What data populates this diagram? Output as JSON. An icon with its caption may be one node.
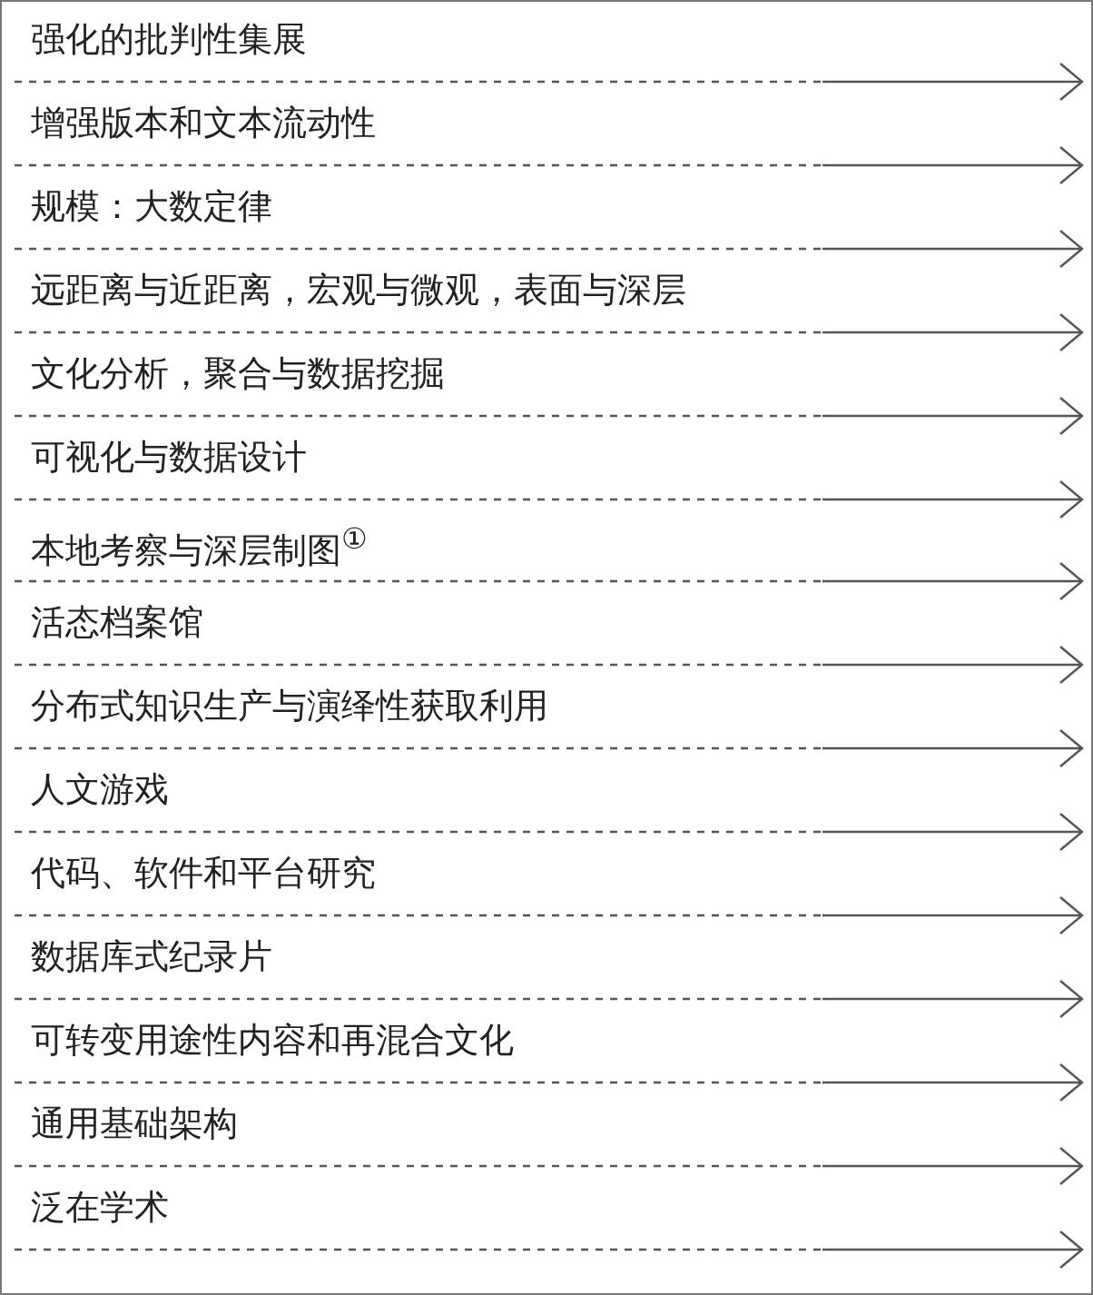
{
  "diagram": {
    "labels": [
      "强化的批判性集展",
      "增强版本和文本流动性",
      "规模：大数定律",
      "远距离与近距离，宏观与微观，表面与深层",
      "文化分析，聚合与数据挖掘",
      "可视化与数据设计",
      "本地考察与深层制图$^{①}$",
      "活态档案馆",
      "分布式知识生产与演绎性获取利用",
      "人文游戏",
      "代码、软件和平台研究",
      "数据库式纪录片",
      "可转变用途性内容和再混合文化",
      "通用基础架构",
      "泛在学术"
    ]
  }
}
